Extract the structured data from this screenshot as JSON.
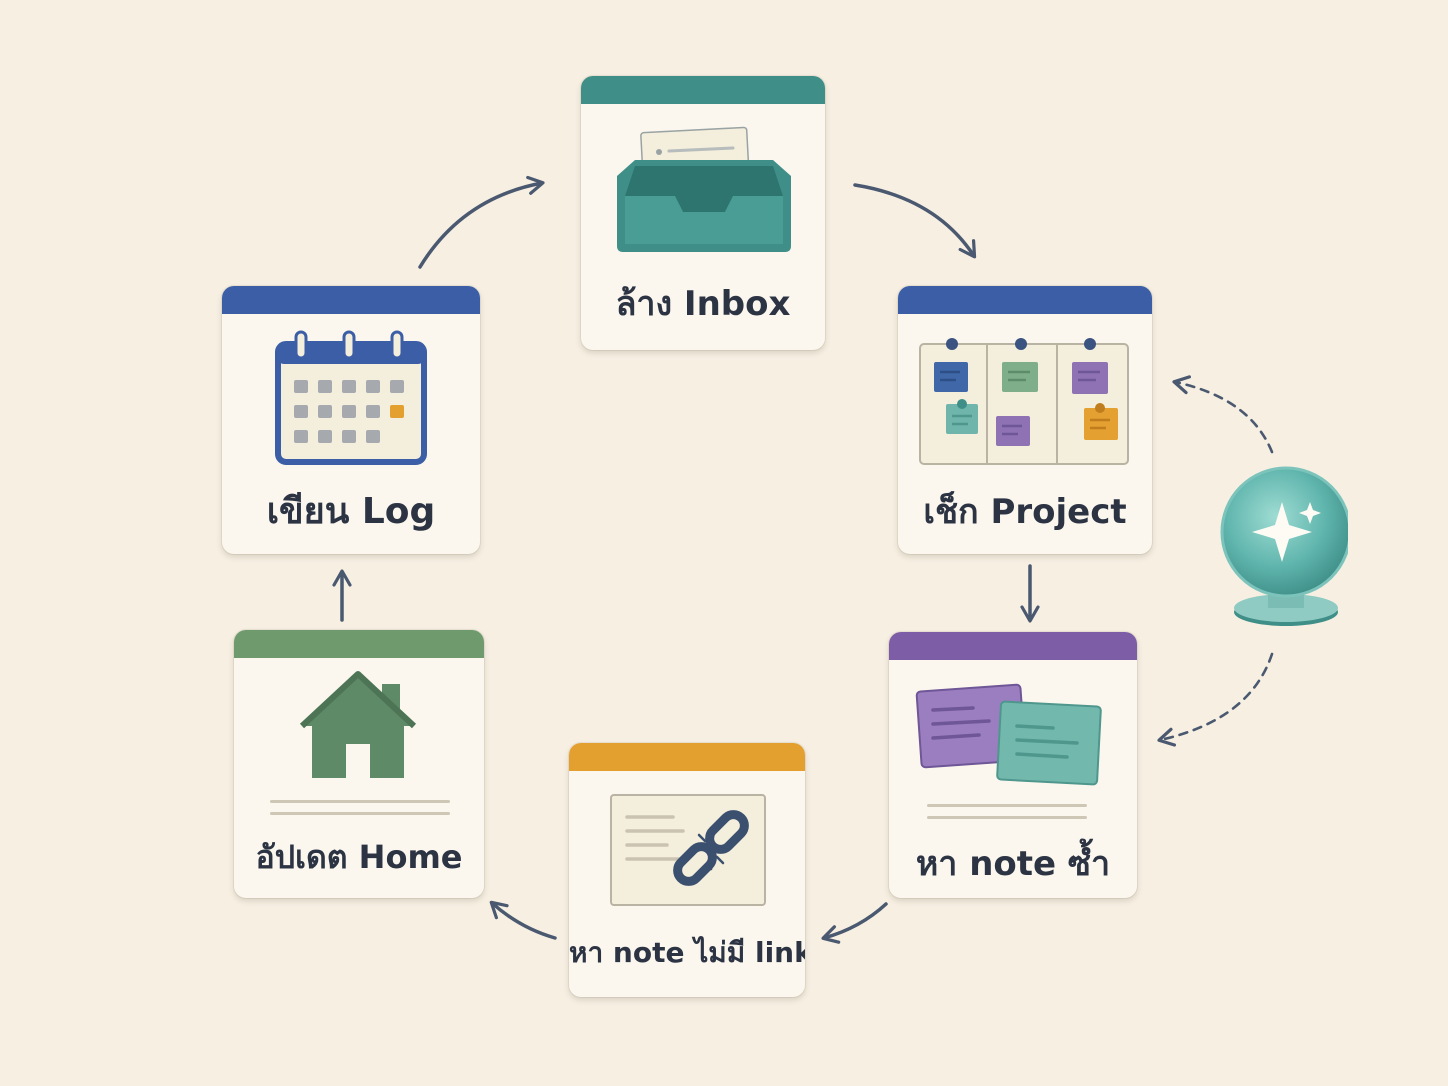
{
  "colors": {
    "background": "#f6efe2",
    "card": "#fbf7ee",
    "arrow": "#4a5870",
    "inbox": "#3f8f88",
    "project": "#3b5ea6",
    "duplicate": "#7d5ea6",
    "link": "#e3a02f",
    "home": "#6f9a6e",
    "log": "#3b5ea6",
    "orb": "#5fb5ad"
  },
  "steps": {
    "inbox": {
      "label": "ล้าง Inbox",
      "icon": "inbox-tray-icon"
    },
    "project": {
      "label": "เช็ก Project",
      "icon": "kanban-board-icon"
    },
    "duplicate": {
      "label": "หา note ซ้ำ",
      "icon": "duplicate-notes-icon"
    },
    "orphan": {
      "label": "หา note ไม่มี link",
      "icon": "broken-link-icon"
    },
    "home": {
      "label": "อัปเดต Home",
      "icon": "house-icon"
    },
    "log": {
      "label": "เขียน Log",
      "icon": "calendar-icon"
    }
  },
  "assistant": {
    "icon": "sparkle-orb-icon"
  }
}
